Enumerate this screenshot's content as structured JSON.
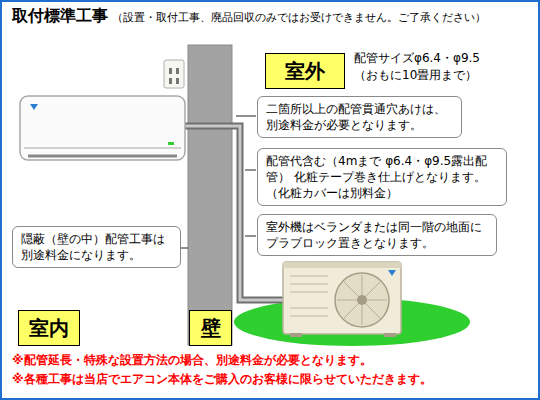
{
  "diagram": {
    "title": "取付標準工事",
    "nodes": [
      {
        "text": [
          "室外"
        ]
      },
      {
        "text": [
          "二箇所以上の配管貫通穴あけは、 別途料金が必要となります。"
        ]
      },
      {
        "text": [
          "配管代含む（4mまで φ6.4・φ9.5露出配管） 化粧テープ巻き仕上げとなります。 （化粧カバーは別料金）"
        ]
      },
      {
        "text": [
          "室外機はベランダまたは同一階の地面に プラブロック置きとなります。"
        ]
      },
      {
        "text": [
          "隠蔽（壁の中）配管工事は 別途料金になります。"
        ]
      },
      {
        "text": [
          "室内"
        ]
      },
      {
        "text": [
          "壁"
        ]
      }
    ],
    "labels": [
      "（設置・取付工事、廃品回収のみではお受けできません。ご了承ください）",
      "配管サイズφ6.4・φ9.5 （おもに10畳用まで）",
      "※配管延長・特殊な設置方法の場合、別途料金が必要となります。",
      "※各種工事は当店でエアコン本体をご購入のお客様に限らせていただきます。"
    ]
  }
}
